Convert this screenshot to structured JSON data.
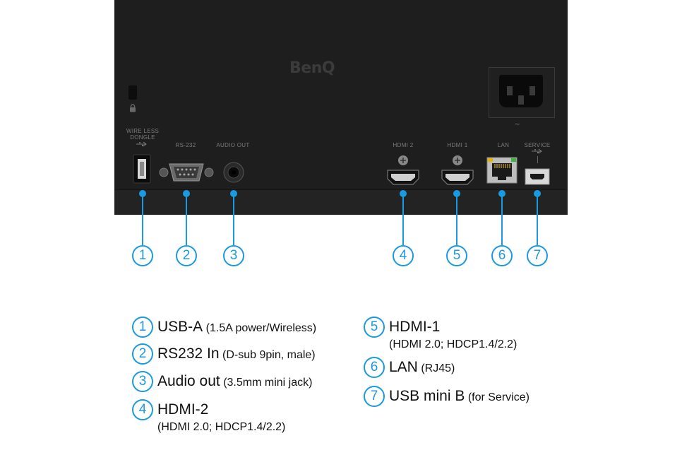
{
  "brand": "BenQ",
  "port_labels": {
    "wireless_dongle": "WIRE LESS\nDONGLE",
    "rs232": "RS-232",
    "audio_out": "AUDIO OUT",
    "hdmi2": "HDMI 2",
    "hdmi1": "HDMI 1",
    "lan": "LAN",
    "service": "SERVICE"
  },
  "power_symbol": "~",
  "callouts": [
    "1",
    "2",
    "3",
    "4",
    "5",
    "6",
    "7"
  ],
  "legend": [
    {
      "num": "1",
      "title": "USB-A",
      "detail": "(1.5A power/Wireless)",
      "sub": ""
    },
    {
      "num": "2",
      "title": "RS232 In",
      "detail": "(D-sub 9pin, male)",
      "sub": ""
    },
    {
      "num": "3",
      "title": "Audio out",
      "detail": "(3.5mm mini jack)",
      "sub": ""
    },
    {
      "num": "4",
      "title": "HDMI-2",
      "detail": "",
      "sub": "(HDMI 2.0; HDCP1.4/2.2)"
    },
    {
      "num": "5",
      "title": "HDMI-1",
      "detail": "",
      "sub": "(HDMI 2.0; HDCP1.4/2.2)"
    },
    {
      "num": "6",
      "title": "LAN",
      "detail": "(RJ45)",
      "sub": ""
    },
    {
      "num": "7",
      "title": "USB mini B",
      "detail": "(for Service)",
      "sub": ""
    }
  ],
  "colors": {
    "accent": "#1a9ae0",
    "panel": "#1e1e1e",
    "label": "#7b7b7b",
    "text": "#111111"
  }
}
